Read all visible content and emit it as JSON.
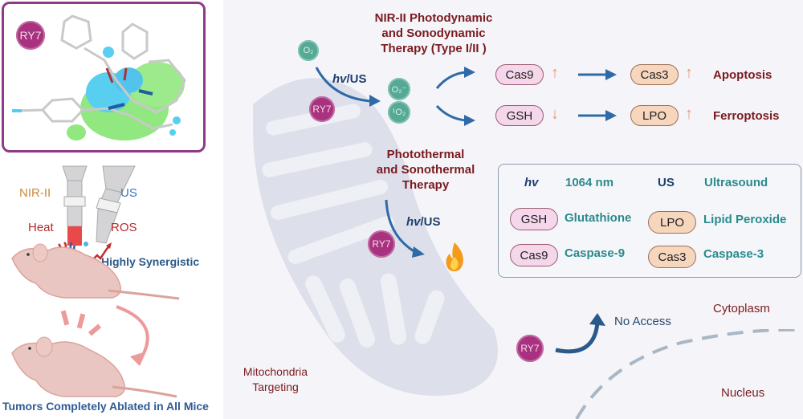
{
  "left_panel": {
    "molecule_badge": "RY7",
    "probe_labels": {
      "nir": "NIR-II",
      "us": "US",
      "heat": "Heat",
      "ros": "ROS"
    },
    "synergy_label": "Highly Synergistic",
    "caption": "Tumors Completely Ablated in All Mice"
  },
  "pdt_section": {
    "title_lines": [
      "NIR-II Photodynamic",
      "and Sonodynamic",
      "Therapy (Type I/II )"
    ],
    "oxygen_in": "O₂",
    "oxygen_out": [
      "O₂⁻",
      "¹O₂"
    ],
    "trigger": {
      "italic": "hv",
      "rest": "/US"
    },
    "agent": "RY7"
  },
  "pathways": [
    {
      "marker": "Cas9",
      "marker_change": "up",
      "downstream": "Cas3",
      "downstream_change": "up",
      "outcome": "Apoptosis"
    },
    {
      "marker": "GSH",
      "marker_change": "down",
      "downstream": "LPO",
      "downstream_change": "up",
      "outcome": "Ferroptosis"
    }
  ],
  "ptt_section": {
    "title_lines": [
      "Photothermal",
      "and Sonothermal",
      "Therapy"
    ],
    "trigger": {
      "italic": "hv",
      "rest": "/US"
    },
    "agent": "RY7",
    "result_icon": "flame-icon"
  },
  "legend": {
    "rows": [
      [
        {
          "key": "hv",
          "key_style": "italic",
          "value": "1064 nm"
        },
        {
          "key": "US",
          "key_style": "bold",
          "value": "Ultrasound"
        }
      ],
      [
        {
          "key": "GSH",
          "key_style": "pill-pink",
          "value": "Glutathione"
        },
        {
          "key": "LPO",
          "key_style": "pill-peach",
          "value": "Lipid Peroxide"
        }
      ],
      [
        {
          "key": "Cas9",
          "key_style": "pill-pink",
          "value": "Caspase-9"
        },
        {
          "key": "Cas3",
          "key_style": "pill-peach",
          "value": "Caspase-3"
        }
      ]
    ]
  },
  "mito_label": [
    "Mitochondria",
    "Targeting"
  ],
  "nucleus_section": {
    "agent": "RY7",
    "no_access": "No Access",
    "cytoplasm": "Cytoplasm",
    "nucleus": "Nucleus"
  },
  "colors": {
    "title_red": "#7a1a1f",
    "agent_magenta": "#a8327f",
    "arrow_blue": "#2f6aa8",
    "teal": "#2a8a8c",
    "pill_pink": "#f4d7ea",
    "pill_peach": "#f6d6bd",
    "change_arrow": "#e9967a"
  }
}
